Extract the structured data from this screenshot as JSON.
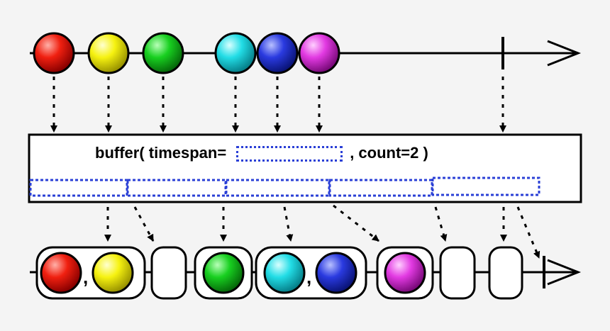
{
  "operator": {
    "prefix": "buffer( timespan=",
    "suffix": ", count=2 )"
  },
  "source_marbles": [
    {
      "color": "red",
      "hex": "#e01010"
    },
    {
      "color": "yellow",
      "hex": "#f2ee10"
    },
    {
      "color": "green",
      "hex": "#12c81a"
    },
    {
      "color": "cyan",
      "hex": "#1ed6e0"
    },
    {
      "color": "blue",
      "hex": "#2434d8"
    },
    {
      "color": "magenta",
      "hex": "#e030e0"
    }
  ],
  "output_buffers": [
    {
      "items": [
        "red",
        "yellow"
      ],
      "separator": ","
    },
    {
      "items": []
    },
    {
      "items": [
        "green"
      ]
    },
    {
      "items": [
        "cyan",
        "blue"
      ],
      "separator": ","
    },
    {
      "items": [
        "magenta"
      ]
    },
    {
      "items": []
    },
    {
      "items": []
    }
  ],
  "colors": {
    "line": "#000000",
    "dotted_window": "#2a3fd6",
    "background": "#f4f4f4",
    "box_fill": "#ffffff"
  }
}
